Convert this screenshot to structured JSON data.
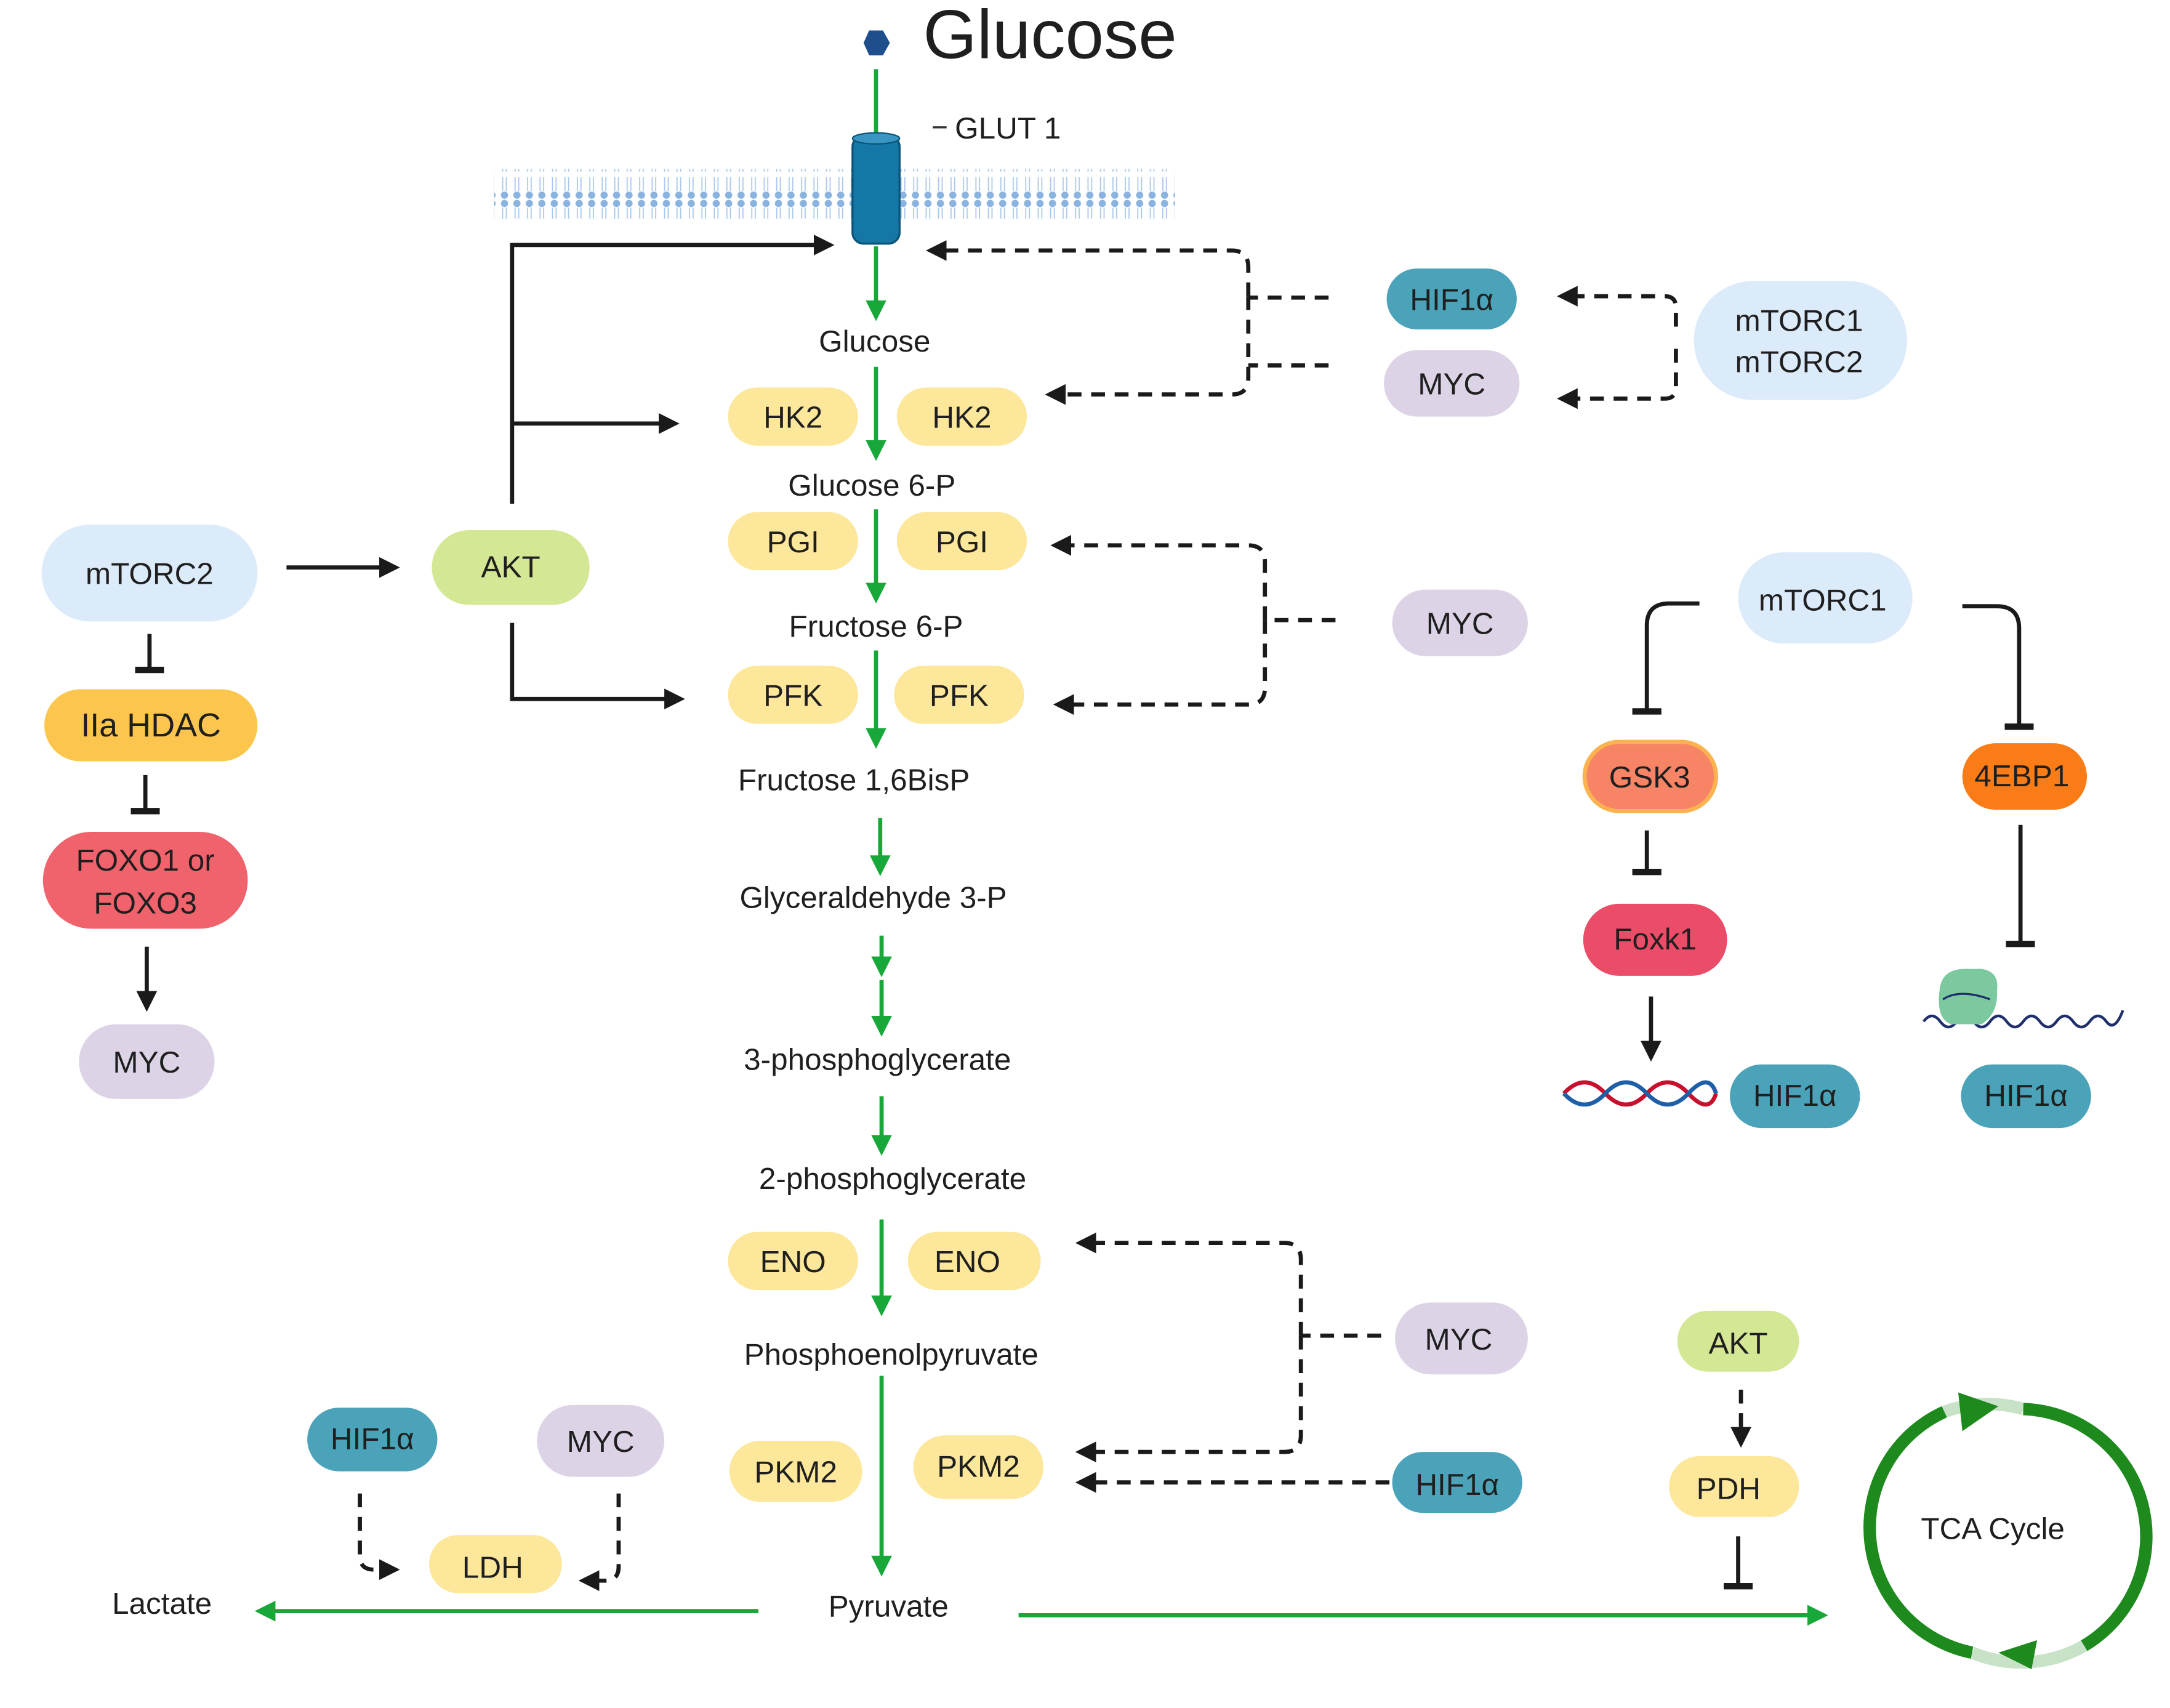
{
  "top": {
    "glucose_ext": "Glucose",
    "transporter": "GLUT 1"
  },
  "metabolites": {
    "glucose": "Glucose",
    "g6p": "Glucose 6-P",
    "f6p": "Fructose 6-P",
    "f16bp": "Fructose 1,6BisP",
    "g3p": "Glyceraldehyde 3-P",
    "pg3": "3-phosphoglycerate",
    "pg2": "2-phosphoglycerate",
    "pep": "Phosphoenolpyruvate",
    "pyruvate": "Pyruvate",
    "lactate": "Lactate",
    "tca": "TCA Cycle"
  },
  "enzymes": {
    "hk2_a": "HK2",
    "hk2_b": "HK2",
    "pgi_a": "PGI",
    "pgi_b": "PGI",
    "pfk_a": "PFK",
    "pfk_b": "PFK",
    "eno_a": "ENO",
    "eno_b": "ENO",
    "pkm2_a": "PKM2",
    "pkm2_b": "PKM2",
    "ldh": "LDH",
    "pdh": "PDH"
  },
  "regulators": {
    "hif_top": "HIF1α",
    "myc_top": "MYC",
    "mtorc12_line1": "mTORC1",
    "mtorc12_line2": "mTORC2",
    "myc_pgi": "MYC",
    "myc_eno": "MYC",
    "hif_pkm2": "HIF1α",
    "akt_pdh": "AKT",
    "hif_ldh": "HIF1α",
    "myc_ldh": "MYC"
  },
  "left_panel": {
    "mtorc2": "mTORC2",
    "akt": "AKT",
    "hdac": "IIa HDAC",
    "foxo_line1": "FOXO1 or",
    "foxo_line2": "FOXO3",
    "myc": "MYC"
  },
  "right_panel": {
    "mtorc1": "mTORC1",
    "gsk3": "GSK3",
    "ebp1": "4EBP1",
    "foxk1": "Foxk1",
    "hif_dna": "HIF1α",
    "hif_rna": "HIF1α"
  },
  "colors": {
    "pathway_green": "#18a83a",
    "tca_green": "#1e8a1e",
    "enzyme_yellow": "#fde79b",
    "hif_blue": "#4aa3b8",
    "myc_lilac": "#ddd3e6",
    "mtor_blue": "#dcebfa",
    "akt_green": "#d4e795",
    "hdac_orange": "#fcc64e",
    "foxo_red": "#f0636d",
    "gsk3_orange": "#f78565",
    "ebp1_orange": "#fa7c16",
    "foxk1_pink": "#eb4c68",
    "membrane_blue": "#8ab3e0",
    "glut_blue": "#1477a6",
    "hexagon_navy": "#1f4e8c"
  },
  "icons": [
    "glucose-hexagon-icon",
    "lipid-membrane-icon",
    "glut1-transporter-icon",
    "dna-helix-icon",
    "ribosome-mrna-icon"
  ]
}
